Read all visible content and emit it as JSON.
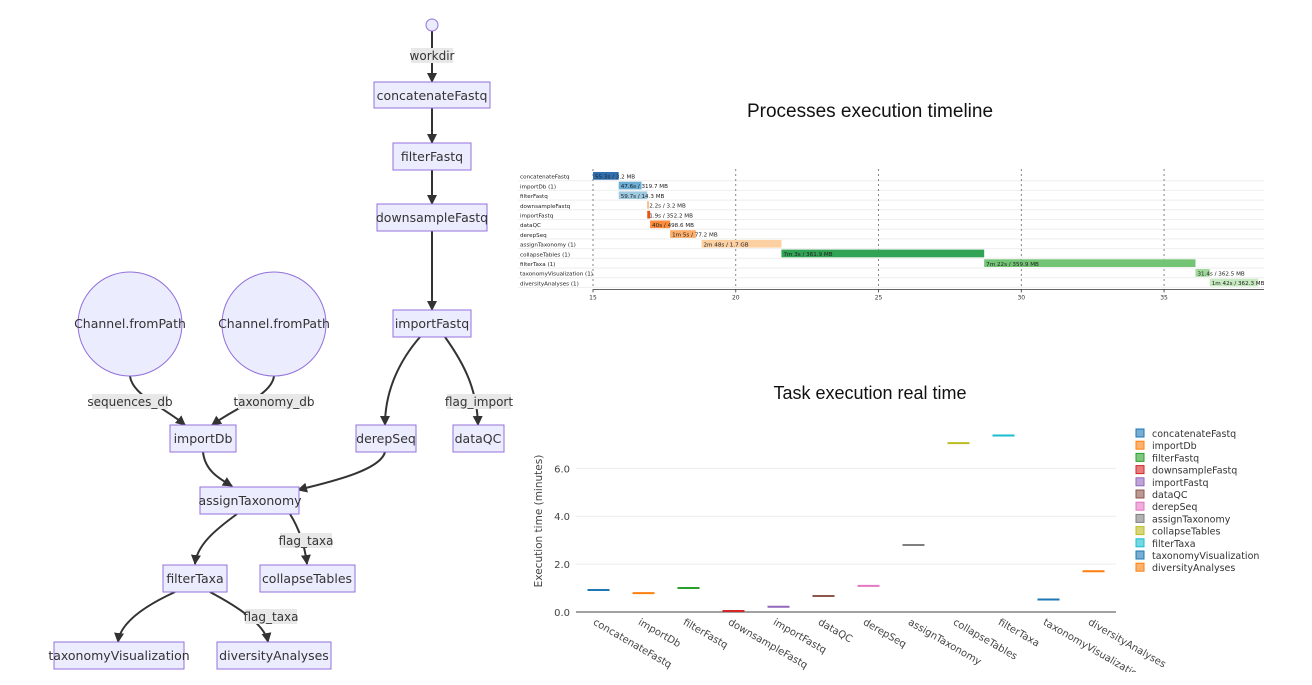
{
  "dag": {
    "nodes": [
      {
        "id": "workdir_src",
        "shape": "circle",
        "label": ""
      },
      {
        "id": "concatenateFastq",
        "label": "concatenateFastq"
      },
      {
        "id": "filterFastq",
        "label": "filterFastq"
      },
      {
        "id": "downsampleFastq",
        "label": "downsampleFastq"
      },
      {
        "id": "importFastq",
        "label": "importFastq"
      },
      {
        "id": "chan1",
        "shape": "circle",
        "label": "Channel.fromPath"
      },
      {
        "id": "chan2",
        "shape": "circle",
        "label": "Channel.fromPath"
      },
      {
        "id": "importDb",
        "label": "importDb"
      },
      {
        "id": "derepSeq",
        "label": "derepSeq"
      },
      {
        "id": "dataQC",
        "label": "dataQC"
      },
      {
        "id": "assignTaxonomy",
        "label": "assignTaxonomy"
      },
      {
        "id": "filterTaxa",
        "label": "filterTaxa"
      },
      {
        "id": "collapseTables",
        "label": "collapseTables"
      },
      {
        "id": "taxonomyVisualization",
        "label": "taxonomyVisualization"
      },
      {
        "id": "diversityAnalyses",
        "label": "diversityAnalyses"
      }
    ],
    "edge_labels": [
      {
        "id": "e_workdir",
        "label": "workdir"
      },
      {
        "id": "e_seqdb",
        "label": "sequences_db"
      },
      {
        "id": "e_taxdb",
        "label": "taxonomy_db"
      },
      {
        "id": "e_flagimport",
        "label": "flag_import"
      },
      {
        "id": "e_flagtaxa1",
        "label": "flag_taxa"
      },
      {
        "id": "e_flagtaxa2",
        "label": "flag_taxa"
      }
    ]
  },
  "chart_data": [
    {
      "type": "timeline",
      "title": "Processes execution timeline",
      "xlim": [
        15,
        38.5
      ],
      "xticks": [
        15,
        20,
        25,
        30,
        35
      ],
      "grid": true,
      "processes": [
        {
          "name": "concatenateFastq",
          "start": 15.0,
          "end": 15.9,
          "label": "55.3s / 3.2 MB",
          "color": "#2f6fb0"
        },
        {
          "name": "importDb (1)",
          "start": 15.9,
          "end": 16.7,
          "label": "47.6s / 319.7 MB",
          "color": "#6baed6"
        },
        {
          "name": "filterFastq",
          "start": 15.9,
          "end": 16.9,
          "label": "59.7s / 14.3 MB",
          "color": "#9ecae1"
        },
        {
          "name": "downsampleFastq",
          "start": 16.9,
          "end": 16.95,
          "label": "2.2s / 3.2 MB",
          "color": "#fdae6b"
        },
        {
          "name": "importFastq",
          "start": 16.9,
          "end": 17.0,
          "label": "1.9s / 352.2 MB",
          "color": "#e6550d"
        },
        {
          "name": "dataQC",
          "start": 17.0,
          "end": 17.7,
          "label": "40s / 498.6 MB",
          "color": "#fd8d3c"
        },
        {
          "name": "derepSeq",
          "start": 17.7,
          "end": 18.6,
          "label": "1m 5s / 77.2 MB",
          "color": "#fdae6b"
        },
        {
          "name": "assignTaxonomy (1)",
          "start": 18.8,
          "end": 21.6,
          "label": "2m 48s / 1.7 GB",
          "color": "#fdd0a2"
        },
        {
          "name": "collapseTables (1)",
          "start": 21.6,
          "end": 28.7,
          "label": "7m 3s / 361.9 MB",
          "color": "#31a354"
        },
        {
          "name": "filterTaxa (1)",
          "start": 28.7,
          "end": 36.1,
          "label": "7m 22s / 359.9 MB",
          "color": "#74c476"
        },
        {
          "name": "taxonomyVisualization (1)",
          "start": 36.1,
          "end": 36.6,
          "label": "31.4s / 362.5 MB",
          "color": "#a1d99b"
        },
        {
          "name": "diversityAnalyses (1)",
          "start": 36.6,
          "end": 38.3,
          "label": "1m 42s / 362.3 MB",
          "color": "#c7e9c0"
        }
      ]
    },
    {
      "type": "box",
      "title": "Task execution real time",
      "ylabel": "Execution time (minutes)",
      "ylim": [
        0,
        7.6
      ],
      "yticks": [
        0.0,
        2.0,
        4.0,
        6.0
      ],
      "legend": "right",
      "categories": [
        "concatenateFastq",
        "importDb",
        "filterFastq",
        "downsampleFastq",
        "importFastq",
        "dataQC",
        "derepSeq",
        "assignTaxonomy",
        "collapseTables",
        "filterTaxa",
        "taxonomyVisualization",
        "diversityAnalyses"
      ],
      "values": [
        0.92,
        0.79,
        1.0,
        0.04,
        0.22,
        0.67,
        1.09,
        2.8,
        7.05,
        7.37,
        0.52,
        1.7
      ],
      "colors": [
        "#1f77b4",
        "#ff7f0e",
        "#2ca02c",
        "#d62728",
        "#9467bd",
        "#8c564b",
        "#e377c2",
        "#7f7f7f",
        "#bcbd22",
        "#17becf",
        "#1f77b4",
        "#ff7f0e"
      ]
    }
  ]
}
